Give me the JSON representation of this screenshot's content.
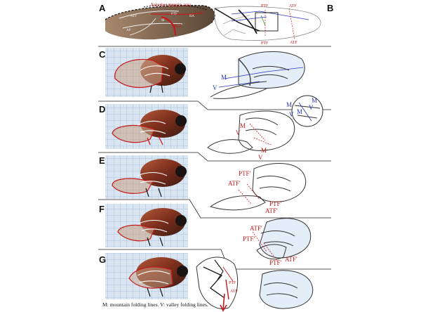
{
  "panels": {
    "A": "A",
    "B": "B",
    "C": "C",
    "D": "D",
    "E": "E",
    "F": "F",
    "G": "G"
  },
  "panel_a": {
    "anterior_margin_area": "Anterior margin area",
    "mcl": "MCL",
    "small_labels": [
      "ATF",
      "PTF",
      "RA",
      "M",
      "AP"
    ]
  },
  "panel_b": {
    "ptf_top": "PTF",
    "ptf_bottom": "PTF",
    "atf_top": "ATF",
    "atf_bottom": "ATF"
  },
  "panel_c": {
    "m": "M",
    "v": "V"
  },
  "panel_d": {
    "m_upper": "M",
    "v_upper": "V",
    "m_lower": "M",
    "v_lower": "V",
    "inset_m1": "M",
    "inset_v1": "V",
    "inset_m2": "M",
    "inset_v2": "V",
    "inset_m3": "M"
  },
  "panel_e": {
    "ptf": "PTF'",
    "atf": "ATF'",
    "ptf2": "PTF'",
    "atf2": "ATF'"
  },
  "panel_f": {
    "atf": "ATF'",
    "ptf": "PTF'",
    "ptf2": "PTF'",
    "atf2": "ATF'"
  },
  "panel_g": {
    "ptf": "PTF",
    "atf": "ATF"
  },
  "caption": "M: mountain folding lines. V: valley folding lines.",
  "colors": {
    "fold_red": "#c4191c",
    "fold_blue": "#2a35b8",
    "wing_fill": "#e4eef8",
    "photo_grid": "#a9c2dc"
  }
}
